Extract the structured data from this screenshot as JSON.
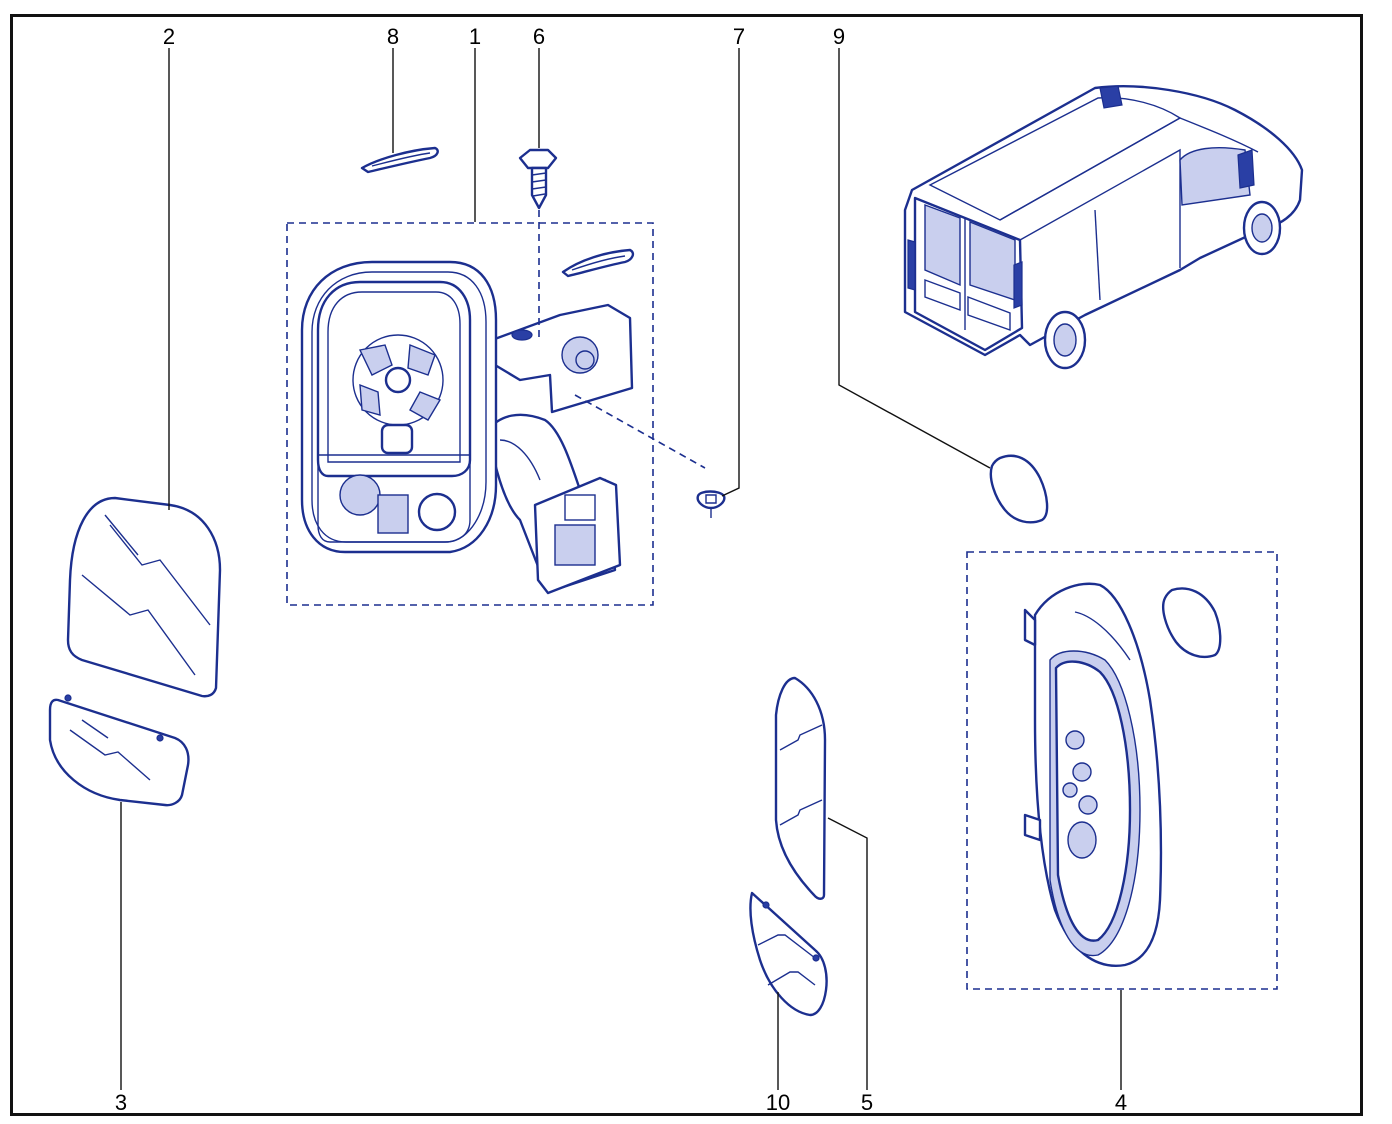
{
  "callouts": {
    "c1": "1",
    "c2": "2",
    "c3": "3",
    "c4": "4",
    "c5": "5",
    "c6": "6",
    "c7": "7",
    "c8": "8",
    "c9": "9",
    "c10": "10"
  },
  "colors": {
    "line": "#1c2f8f",
    "frame": "#111111",
    "shade": "#c9cfee"
  }
}
